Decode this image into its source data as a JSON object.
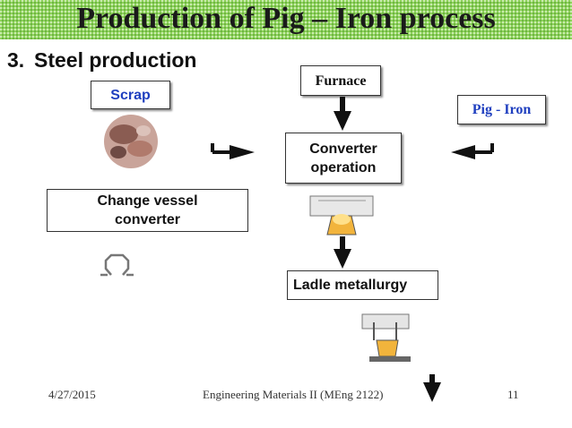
{
  "slide": {
    "title": "Production of Pig – Iron process",
    "section_number": "3.",
    "section_heading": "Steel production"
  },
  "diagram": {
    "nodes": {
      "scrap": "Scrap",
      "furnace": "Furnace",
      "pig_iron": "Pig - Iron",
      "converter": [
        "Converter",
        "operation"
      ],
      "change_vessel": [
        "Change vessel",
        "converter"
      ],
      "ladle": "Ladle metallurgy"
    },
    "colors": {
      "title_bar": "#8fd35a",
      "accent_text": "#1f3fbf",
      "arrow": "#111111"
    }
  },
  "footer": {
    "date": "4/27/2015",
    "course": "Engineering Materials II (MEng 2122)",
    "page": "11"
  }
}
